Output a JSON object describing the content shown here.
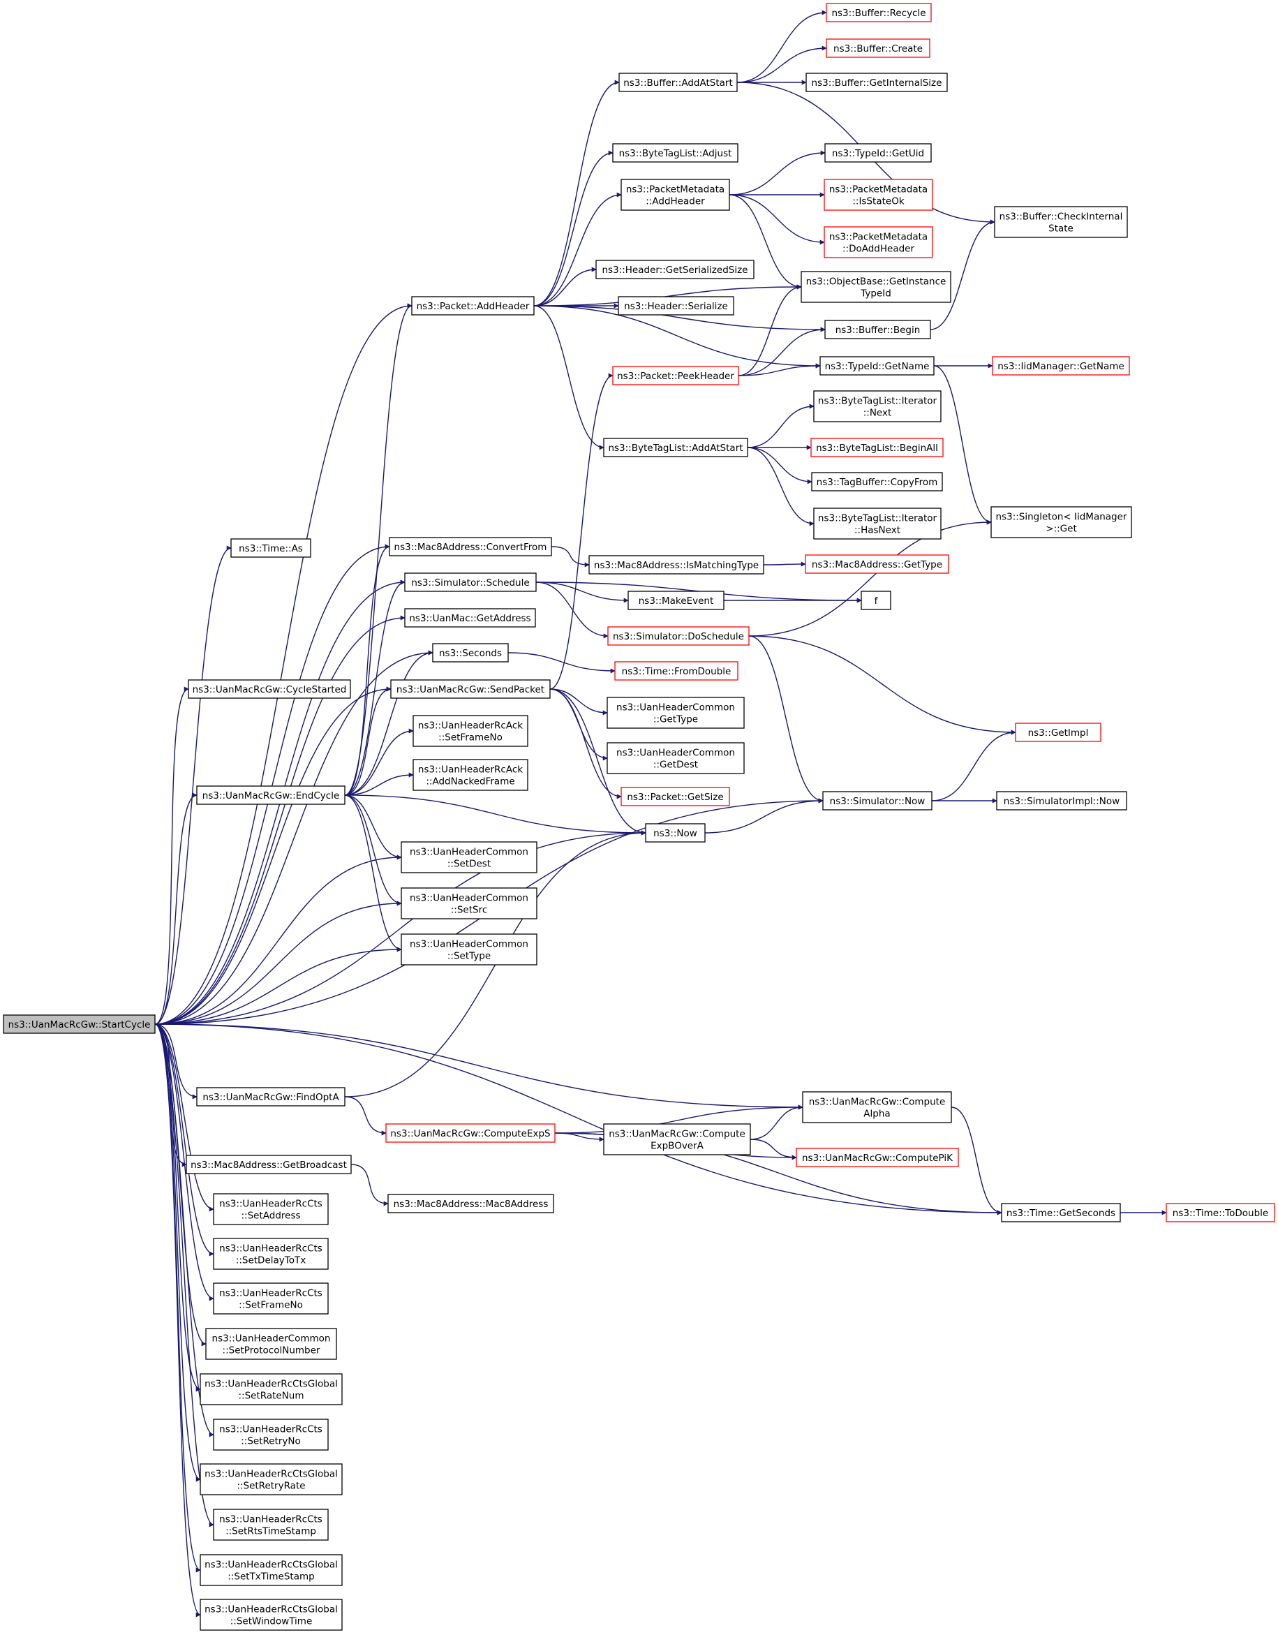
{
  "colors": {
    "edge": "#191970",
    "normal_border": "#000000",
    "red_border": "#ff0000",
    "root_fill": "#bfbfbf"
  },
  "nodes": [
    {
      "id": "root",
      "lines": [
        "ns3::UanMacRcGw::StartCycle"
      ],
      "style": "root"
    },
    {
      "id": "recycle",
      "lines": [
        "ns3::Buffer::Recycle"
      ],
      "style": "red"
    },
    {
      "id": "create",
      "lines": [
        "ns3::Buffer::Create"
      ],
      "style": "red"
    },
    {
      "id": "addatstart",
      "lines": [
        "ns3::Buffer::AddAtStart"
      ],
      "style": "normal"
    },
    {
      "id": "getinternalsize",
      "lines": [
        "ns3::Buffer::GetInternalSize"
      ],
      "style": "normal"
    },
    {
      "id": "adjust",
      "lines": [
        "ns3::ByteTagList::Adjust"
      ],
      "style": "normal"
    },
    {
      "id": "getuid",
      "lines": [
        "ns3::TypeId::GetUid"
      ],
      "style": "normal"
    },
    {
      "id": "pmaddheader",
      "lines": [
        "ns3::PacketMetadata",
        "::AddHeader"
      ],
      "style": "normal"
    },
    {
      "id": "isstateok",
      "lines": [
        "ns3::PacketMetadata",
        "::IsStateOk"
      ],
      "style": "red"
    },
    {
      "id": "checkinternal",
      "lines": [
        "ns3::Buffer::CheckInternal",
        "State"
      ],
      "style": "normal"
    },
    {
      "id": "doaddheader",
      "lines": [
        "ns3::PacketMetadata",
        "::DoAddHeader"
      ],
      "style": "red"
    },
    {
      "id": "getserializedsize",
      "lines": [
        "ns3::Header::GetSerializedSize"
      ],
      "style": "normal"
    },
    {
      "id": "getinstancetypeid",
      "lines": [
        "ns3::ObjectBase::GetInstance",
        "TypeId"
      ],
      "style": "normal"
    },
    {
      "id": "packetaddheader",
      "lines": [
        "ns3::Packet::AddHeader"
      ],
      "style": "normal"
    },
    {
      "id": "serialize",
      "lines": [
        "ns3::Header::Serialize"
      ],
      "style": "normal"
    },
    {
      "id": "begin",
      "lines": [
        "ns3::Buffer::Begin"
      ],
      "style": "normal"
    },
    {
      "id": "peekheader",
      "lines": [
        "ns3::Packet::PeekHeader"
      ],
      "style": "red"
    },
    {
      "id": "getname",
      "lines": [
        "ns3::TypeId::GetName"
      ],
      "style": "normal"
    },
    {
      "id": "iidgetname",
      "lines": [
        "ns3::IidManager::GetName"
      ],
      "style": "red"
    },
    {
      "id": "iternext",
      "lines": [
        "ns3::ByteTagList::Iterator",
        "::Next"
      ],
      "style": "normal"
    },
    {
      "id": "btladdatstart",
      "lines": [
        "ns3::ByteTagList::AddAtStart"
      ],
      "style": "normal"
    },
    {
      "id": "beginall",
      "lines": [
        "ns3::ByteTagList::BeginAll"
      ],
      "style": "red"
    },
    {
      "id": "copyfrom",
      "lines": [
        "ns3::TagBuffer::CopyFrom"
      ],
      "style": "normal"
    },
    {
      "id": "hasnext",
      "lines": [
        "ns3::ByteTagList::Iterator",
        "::HasNext"
      ],
      "style": "normal"
    },
    {
      "id": "singletonget",
      "lines": [
        "ns3::Singleton< IidManager",
        " >::Get"
      ],
      "style": "normal"
    },
    {
      "id": "timeas",
      "lines": [
        "ns3::Time::As"
      ],
      "style": "normal"
    },
    {
      "id": "convertfrom",
      "lines": [
        "ns3::Mac8Address::ConvertFrom"
      ],
      "style": "normal"
    },
    {
      "id": "ismatchingtype",
      "lines": [
        "ns3::Mac8Address::IsMatchingType"
      ],
      "style": "normal"
    },
    {
      "id": "gettype",
      "lines": [
        "ns3::Mac8Address::GetType"
      ],
      "style": "red"
    },
    {
      "id": "schedule",
      "lines": [
        "ns3::Simulator::Schedule"
      ],
      "style": "normal"
    },
    {
      "id": "makeevent",
      "lines": [
        "ns3::MakeEvent"
      ],
      "style": "normal"
    },
    {
      "id": "f",
      "lines": [
        "f"
      ],
      "style": "normal"
    },
    {
      "id": "getaddress",
      "lines": [
        "ns3::UanMac::GetAddress"
      ],
      "style": "normal"
    },
    {
      "id": "doschedule",
      "lines": [
        "ns3::Simulator::DoSchedule"
      ],
      "style": "red"
    },
    {
      "id": "seconds",
      "lines": [
        "ns3::Seconds"
      ],
      "style": "normal"
    },
    {
      "id": "fromdouble",
      "lines": [
        "ns3::Time::FromDouble"
      ],
      "style": "red"
    },
    {
      "id": "cyclestarted",
      "lines": [
        "ns3::UanMacRcGw::CycleStarted"
      ],
      "style": "normal"
    },
    {
      "id": "sendpacket",
      "lines": [
        "ns3::UanMacRcGw::SendPacket"
      ],
      "style": "normal"
    },
    {
      "id": "hcgettype",
      "lines": [
        "ns3::UanHeaderCommon",
        "::GetType"
      ],
      "style": "normal"
    },
    {
      "id": "setframenoack",
      "lines": [
        "ns3::UanHeaderRcAck",
        "::SetFrameNo"
      ],
      "style": "normal"
    },
    {
      "id": "getimpl",
      "lines": [
        "ns3::GetImpl"
      ],
      "style": "red"
    },
    {
      "id": "hcgetdest",
      "lines": [
        "ns3::UanHeaderCommon",
        "::GetDest"
      ],
      "style": "normal"
    },
    {
      "id": "addnackedframe",
      "lines": [
        "ns3::UanHeaderRcAck",
        "::AddNackedFrame"
      ],
      "style": "normal"
    },
    {
      "id": "endcycle",
      "lines": [
        "ns3::UanMacRcGw::EndCycle"
      ],
      "style": "normal"
    },
    {
      "id": "getsize",
      "lines": [
        "ns3::Packet::GetSize"
      ],
      "style": "red"
    },
    {
      "id": "simnow",
      "lines": [
        "ns3::Simulator::Now"
      ],
      "style": "normal"
    },
    {
      "id": "implnow",
      "lines": [
        "ns3::SimulatorImpl::Now"
      ],
      "style": "normal"
    },
    {
      "id": "now",
      "lines": [
        "ns3::Now"
      ],
      "style": "normal"
    },
    {
      "id": "setdest",
      "lines": [
        "ns3::UanHeaderCommon",
        "::SetDest"
      ],
      "style": "normal"
    },
    {
      "id": "setsrc",
      "lines": [
        "ns3::UanHeaderCommon",
        "::SetSrc"
      ],
      "style": "normal"
    },
    {
      "id": "settype",
      "lines": [
        "ns3::UanHeaderCommon",
        "::SetType"
      ],
      "style": "normal"
    },
    {
      "id": "findopta",
      "lines": [
        "ns3::UanMacRcGw::FindOptA"
      ],
      "style": "normal"
    },
    {
      "id": "computealpha",
      "lines": [
        "ns3::UanMacRcGw::Compute",
        "Alpha"
      ],
      "style": "normal"
    },
    {
      "id": "computeexps",
      "lines": [
        "ns3::UanMacRcGw::ComputeExpS"
      ],
      "style": "red"
    },
    {
      "id": "computeexpbovera",
      "lines": [
        "ns3::UanMacRcGw::Compute",
        "ExpBOverA"
      ],
      "style": "normal"
    },
    {
      "id": "computepik",
      "lines": [
        "ns3::UanMacRcGw::ComputePiK"
      ],
      "style": "red"
    },
    {
      "id": "getbroadcast",
      "lines": [
        "ns3::Mac8Address::GetBroadcast"
      ],
      "style": "normal"
    },
    {
      "id": "mac8address",
      "lines": [
        "ns3::Mac8Address::Mac8Address"
      ],
      "style": "normal"
    },
    {
      "id": "getseconds",
      "lines": [
        "ns3::Time::GetSeconds"
      ],
      "style": "normal"
    },
    {
      "id": "todouble",
      "lines": [
        "ns3::Time::ToDouble"
      ],
      "style": "red"
    },
    {
      "id": "ctssetaddress",
      "lines": [
        "ns3::UanHeaderRcCts",
        "::SetAddress"
      ],
      "style": "normal"
    },
    {
      "id": "ctssetdelaytotx",
      "lines": [
        "ns3::UanHeaderRcCts",
        "::SetDelayToTx"
      ],
      "style": "normal"
    },
    {
      "id": "ctssetframeno",
      "lines": [
        "ns3::UanHeaderRcCts",
        "::SetFrameNo"
      ],
      "style": "normal"
    },
    {
      "id": "setprotocolnumber",
      "lines": [
        "ns3::UanHeaderCommon",
        "::SetProtocolNumber"
      ],
      "style": "normal"
    },
    {
      "id": "setratenum",
      "lines": [
        "ns3::UanHeaderRcCtsGlobal",
        "::SetRateNum"
      ],
      "style": "normal"
    },
    {
      "id": "setretryno",
      "lines": [
        "ns3::UanHeaderRcCts",
        "::SetRetryNo"
      ],
      "style": "normal"
    },
    {
      "id": "setretryrate",
      "lines": [
        "ns3::UanHeaderRcCtsGlobal",
        "::SetRetryRate"
      ],
      "style": "normal"
    },
    {
      "id": "setrtstimestamp",
      "lines": [
        "ns3::UanHeaderRcCts",
        "::SetRtsTimeStamp"
      ],
      "style": "normal"
    },
    {
      "id": "settxtimestamp",
      "lines": [
        "ns3::UanHeaderRcCtsGlobal",
        "::SetTxTimeStamp"
      ],
      "style": "normal"
    },
    {
      "id": "setwindowtime",
      "lines": [
        "ns3::UanHeaderRcCtsGlobal",
        "::SetWindowTime"
      ],
      "style": "normal"
    }
  ],
  "edges": [
    [
      "addatstart",
      "recycle"
    ],
    [
      "addatstart",
      "create"
    ],
    [
      "addatstart",
      "getinternalsize"
    ],
    [
      "addatstart",
      "checkinternal"
    ],
    [
      "pmaddheader",
      "getuid"
    ],
    [
      "pmaddheader",
      "isstateok"
    ],
    [
      "pmaddheader",
      "doaddheader"
    ],
    [
      "pmaddheader",
      "getinstancetypeid"
    ],
    [
      "packetaddheader",
      "addatstart"
    ],
    [
      "packetaddheader",
      "adjust"
    ],
    [
      "packetaddheader",
      "pmaddheader"
    ],
    [
      "packetaddheader",
      "getinstancetypeid"
    ],
    [
      "packetaddheader",
      "getserializedsize"
    ],
    [
      "packetaddheader",
      "serialize"
    ],
    [
      "packetaddheader",
      "begin"
    ],
    [
      "packetaddheader",
      "getname"
    ],
    [
      "packetaddheader",
      "btladdatstart"
    ],
    [
      "begin",
      "checkinternal"
    ],
    [
      "peekheader",
      "getinstancetypeid"
    ],
    [
      "peekheader",
      "begin"
    ],
    [
      "peekheader",
      "getname"
    ],
    [
      "getname",
      "iidgetname"
    ],
    [
      "getname",
      "singletonget"
    ],
    [
      "btladdatstart",
      "iternext"
    ],
    [
      "btladdatstart",
      "beginall"
    ],
    [
      "btladdatstart",
      "copyfrom"
    ],
    [
      "btladdatstart",
      "hasnext"
    ],
    [
      "convertfrom",
      "ismatchingtype"
    ],
    [
      "ismatchingtype",
      "gettype"
    ],
    [
      "schedule",
      "makeevent"
    ],
    [
      "schedule",
      "f"
    ],
    [
      "schedule",
      "doschedule"
    ],
    [
      "makeevent",
      "f"
    ],
    [
      "doschedule",
      "singletonget"
    ],
    [
      "doschedule",
      "getimpl"
    ],
    [
      "doschedule",
      "simnow"
    ],
    [
      "seconds",
      "fromdouble"
    ],
    [
      "sendpacket",
      "peekheader"
    ],
    [
      "sendpacket",
      "hcgettype"
    ],
    [
      "sendpacket",
      "hcgetdest"
    ],
    [
      "sendpacket",
      "getsize"
    ],
    [
      "sendpacket",
      "now"
    ],
    [
      "endcycle",
      "packetaddheader"
    ],
    [
      "endcycle",
      "convertfrom"
    ],
    [
      "endcycle",
      "schedule"
    ],
    [
      "endcycle",
      "seconds"
    ],
    [
      "endcycle",
      "sendpacket"
    ],
    [
      "endcycle",
      "setframenoack"
    ],
    [
      "endcycle",
      "addnackedframe"
    ],
    [
      "endcycle",
      "now"
    ],
    [
      "endcycle",
      "setdest"
    ],
    [
      "endcycle",
      "setsrc"
    ],
    [
      "endcycle",
      "settype"
    ],
    [
      "simnow",
      "getimpl"
    ],
    [
      "simnow",
      "implnow"
    ],
    [
      "now",
      "simnow"
    ],
    [
      "findopta",
      "now"
    ],
    [
      "findopta",
      "computeexps"
    ],
    [
      "computeexps",
      "computealpha"
    ],
    [
      "computeexps",
      "computeexpbovera"
    ],
    [
      "computeexps",
      "computepik"
    ],
    [
      "computeexps",
      "getseconds"
    ],
    [
      "computeexpbovera",
      "computealpha"
    ],
    [
      "computeexpbovera",
      "computepik"
    ],
    [
      "computealpha",
      "getseconds"
    ],
    [
      "getbroadcast",
      "mac8address"
    ],
    [
      "getseconds",
      "todouble"
    ],
    [
      "root",
      "packetaddheader"
    ],
    [
      "root",
      "timeas"
    ],
    [
      "root",
      "convertfrom"
    ],
    [
      "root",
      "schedule"
    ],
    [
      "root",
      "getaddress"
    ],
    [
      "root",
      "seconds"
    ],
    [
      "root",
      "cyclestarted"
    ],
    [
      "root",
      "sendpacket"
    ],
    [
      "root",
      "endcycle"
    ],
    [
      "root",
      "setdest"
    ],
    [
      "root",
      "setsrc"
    ],
    [
      "root",
      "settype"
    ],
    [
      "root",
      "now"
    ],
    [
      "root",
      "simnow"
    ],
    [
      "root",
      "computealpha"
    ],
    [
      "root",
      "findopta"
    ],
    [
      "root",
      "getbroadcast"
    ],
    [
      "root",
      "getseconds"
    ],
    [
      "root",
      "ctssetaddress"
    ],
    [
      "root",
      "ctssetdelaytotx"
    ],
    [
      "root",
      "ctssetframeno"
    ],
    [
      "root",
      "setprotocolnumber"
    ],
    [
      "root",
      "setratenum"
    ],
    [
      "root",
      "setretryno"
    ],
    [
      "root",
      "setretryrate"
    ],
    [
      "root",
      "setrtstimestamp"
    ],
    [
      "root",
      "settxtimestamp"
    ],
    [
      "root",
      "setwindowtime"
    ]
  ]
}
